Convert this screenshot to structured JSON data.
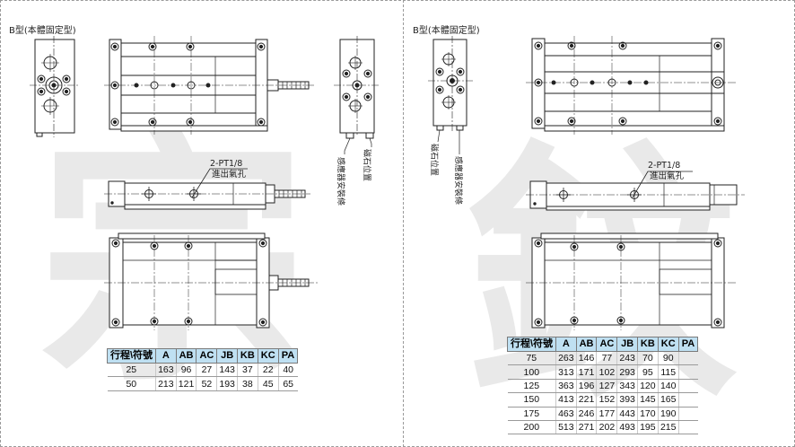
{
  "left": {
    "title": "B型(本體固定型)",
    "port_label": "2-PT1/8",
    "port_desc": "進出氣孔",
    "sensor_label": "感應器安裝條",
    "magnet_label": "磁石位置",
    "watermark": "宗",
    "table": {
      "headers": [
        "行程\\符號",
        "A",
        "AB",
        "AC",
        "JB",
        "KB",
        "KC",
        "PA"
      ],
      "rows": [
        [
          "25",
          "163",
          "96",
          "27",
          "143",
          "37",
          "22",
          "40"
        ],
        [
          "50",
          "213",
          "121",
          "52",
          "193",
          "38",
          "45",
          "65"
        ]
      ]
    }
  },
  "right": {
    "title": "B型(本體固定型)",
    "port_label": "2-PT1/8",
    "port_desc": "進出氣孔",
    "sensor_label": "感應器安裝條",
    "magnet_label": "磁石位置",
    "watermark": "鈫",
    "table": {
      "headers": [
        "行程\\符號",
        "A",
        "AB",
        "AC",
        "JB",
        "KB",
        "KC",
        "PA"
      ],
      "rows": [
        [
          "75",
          "263",
          "146",
          "77",
          "243",
          "70",
          "90",
          ""
        ],
        [
          "100",
          "313",
          "171",
          "102",
          "293",
          "95",
          "115",
          ""
        ],
        [
          "125",
          "363",
          "196",
          "127",
          "343",
          "120",
          "140",
          ""
        ],
        [
          "150",
          "413",
          "221",
          "152",
          "393",
          "145",
          "165",
          ""
        ],
        [
          "175",
          "463",
          "246",
          "177",
          "443",
          "170",
          "190",
          ""
        ],
        [
          "200",
          "513",
          "271",
          "202",
          "493",
          "195",
          "215",
          ""
        ]
      ]
    }
  }
}
